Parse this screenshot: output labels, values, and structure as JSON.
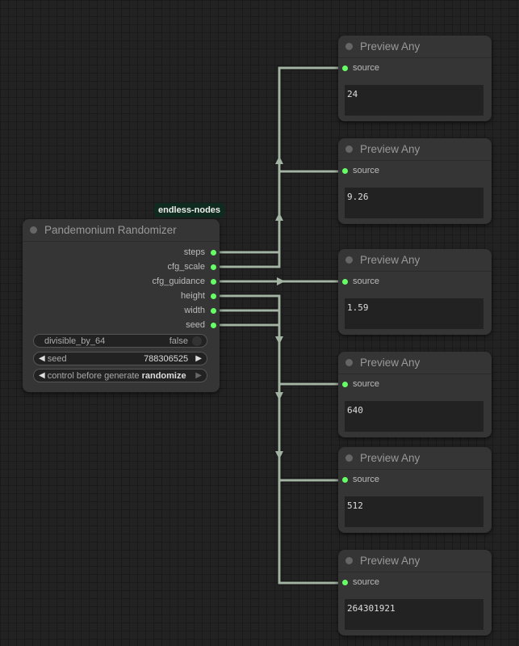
{
  "badge": "endless-nodes",
  "randomizer": {
    "title": "Pandemonium Randomizer",
    "outputs": [
      "steps",
      "cfg_scale",
      "cfg_guidance",
      "height",
      "width",
      "seed"
    ],
    "divisible": {
      "label": "divisible_by_64",
      "value": "false"
    },
    "seed": {
      "label": "seed",
      "value": "788306525"
    },
    "control": {
      "label": "control before generate",
      "value": "randomize"
    }
  },
  "previews": [
    {
      "title": "Preview Any",
      "input": "source",
      "value": "24"
    },
    {
      "title": "Preview Any",
      "input": "source",
      "value": "9.26"
    },
    {
      "title": "Preview Any",
      "input": "source",
      "value": "1.59"
    },
    {
      "title": "Preview Any",
      "input": "source",
      "value": "640"
    },
    {
      "title": "Preview Any",
      "input": "source",
      "value": "512"
    },
    {
      "title": "Preview Any",
      "input": "source",
      "value": "264301921"
    }
  ],
  "colors": {
    "wire": "#a4b4a4",
    "slot": "#66ff66",
    "badge_bg": "#0f2a1e"
  }
}
